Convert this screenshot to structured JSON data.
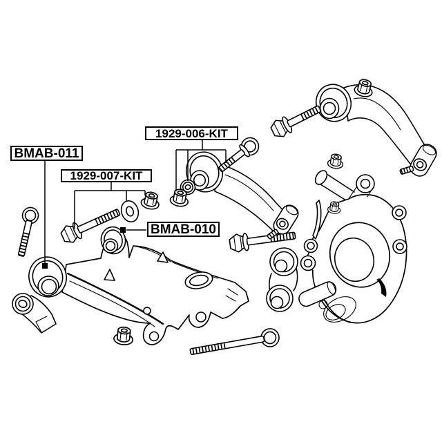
{
  "diagram": {
    "background_color": "#ffffff",
    "line_color": "#000000",
    "label_border_color": "#000000",
    "marker_color": "#000000",
    "labels": {
      "bmab011": "BMAB-011",
      "kit007": "1929-007-KIT",
      "kit006": "1929-006-KIT",
      "bmab010": "BMAB-010"
    }
  }
}
